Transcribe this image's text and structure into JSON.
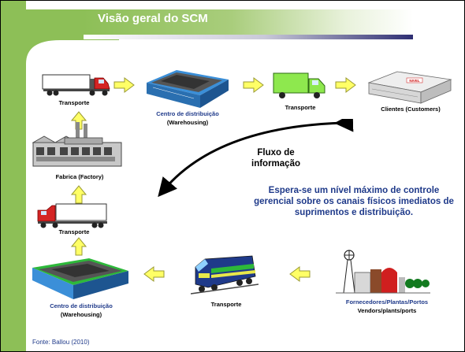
{
  "title": "Visão geral do SCM",
  "nodes": {
    "truck_top": "Transporte",
    "dc_top_name": "Centro de distribuição",
    "dc_top_sub": "(Warehousing)",
    "van_top": "Transporte",
    "customers": "Clientes (Customers)",
    "factory": "Fabrica  (Factory)",
    "truck_left": "Transporte",
    "dc_bottom_name": "Centro de distribuição",
    "dc_bottom_sub": "(Warehousing)",
    "train": "Transporte",
    "suppliers_name": "Fornecedores/Plantas/Portos",
    "suppliers_sub": "Vendors/plants/ports",
    "store_sign": "NIVEL"
  },
  "info_flow": {
    "line1": "Fluxo de",
    "line2": "informação"
  },
  "note": "Espera-se um nível máximo de controle gerencial sobre os canais físicos imediatos de suprimentos e distribuição.",
  "source": "Fonte: Ballou (2010)",
  "colors": {
    "green": "#8dbf57",
    "navy": "#2e2e72",
    "arrow_yellow": "#ffff66",
    "arrow_stroke": "#9a9a33",
    "label_blue": "#1f3a8a"
  }
}
